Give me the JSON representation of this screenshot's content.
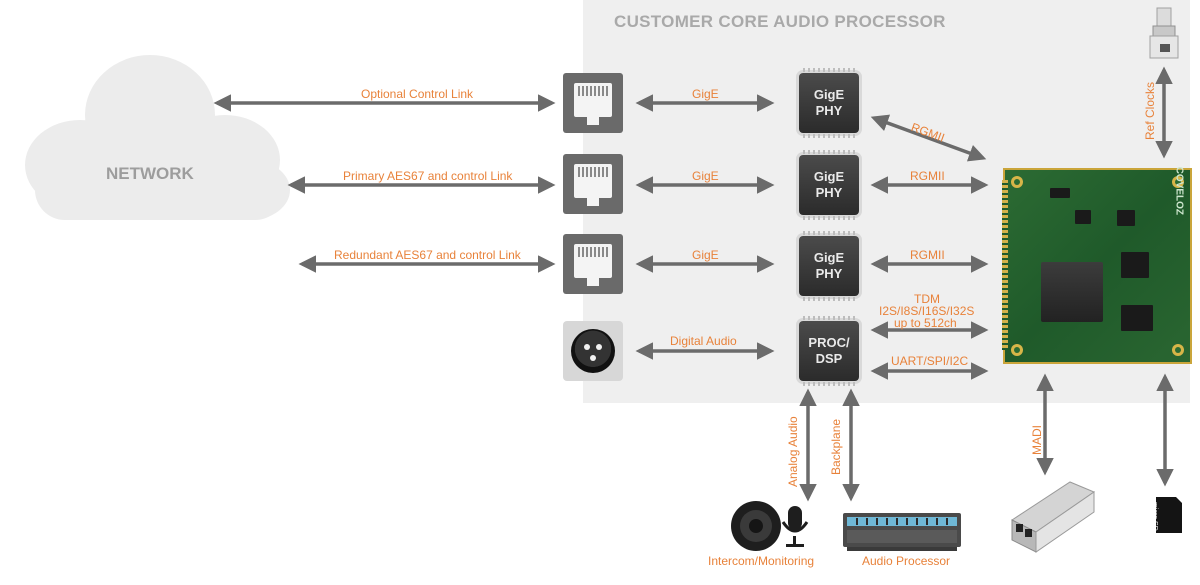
{
  "title": "CUSTOMER CORE AUDIO PROCESSOR",
  "network": {
    "label": "NETWORK"
  },
  "links": {
    "optional": "Optional Control Link",
    "primary": "Primary AES67 and control Link",
    "redundant": "Redundant AES67 and control Link"
  },
  "connections": {
    "gige1": "GigE",
    "gige2": "GigE",
    "gige3": "GigE",
    "digital_audio": "Digital Audio",
    "rgmii1": "RGMII",
    "rgmii2": "RGMII",
    "rgmii3": "RGMII",
    "tdm": "TDM",
    "tdm_formats": "I2S/I8S/I16S/I32S",
    "tdm_channels": "up to 512ch",
    "uart": "UART/SPI/I2C",
    "ref_clocks": "Ref Clocks",
    "madi": "MADI",
    "analog_audio": "Analog Audio",
    "backplane": "Backplane"
  },
  "chips": {
    "phy1": "GigE\nPHY",
    "phy2": "GigE\nPHY",
    "phy3": "GigE\nPHY",
    "dsp": "PROC/\nDSP"
  },
  "board": {
    "brand": "COVELOZ"
  },
  "devices": {
    "intercom": "Intercom/Monitoring",
    "audio_processor": "Audio Processor",
    "microsd": "micro SD"
  },
  "colors": {
    "accent": "#e8823a",
    "arrow": "#6b6b6b",
    "panel": "#efefef",
    "cloud": "#ececec"
  }
}
